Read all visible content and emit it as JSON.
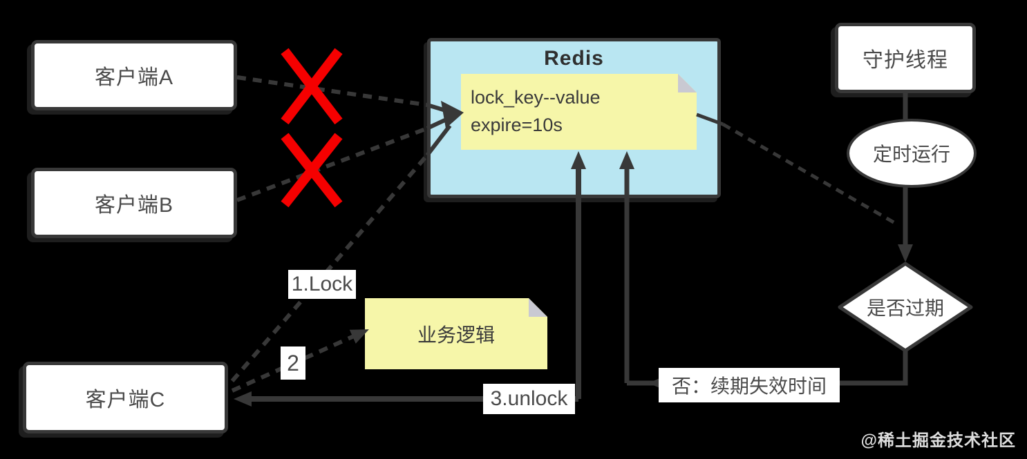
{
  "canvas": {
    "background": "#000000",
    "line_color": "#383838",
    "reject_x_color": "#f50000",
    "node_fill": "#ffffff",
    "text_color": "#4a4a4a"
  },
  "nodes": {
    "client_a": {
      "label": "客户端A"
    },
    "client_b": {
      "label": "客户端B"
    },
    "client_c": {
      "label": "客户端C"
    },
    "redis": {
      "title": "Redis",
      "fill": "#b9e6f2"
    },
    "lock_note": {
      "line1": "lock_key--value",
      "line2": "expire=10s",
      "fill": "#f6f6a9",
      "fold": "#c9c9d2"
    },
    "business_note": {
      "label": "业务逻辑",
      "fill": "#f6f6a9"
    },
    "daemon": {
      "label": "守护线程"
    },
    "timer": {
      "label": "定时运行"
    },
    "expire_check": {
      "label": "是否过期"
    }
  },
  "edge_labels": {
    "lock": "1.Lock",
    "step2": "2",
    "unlock": "3.unlock",
    "renew": "否：续期失效时间"
  },
  "watermark": "@稀土掘金技术社区"
}
